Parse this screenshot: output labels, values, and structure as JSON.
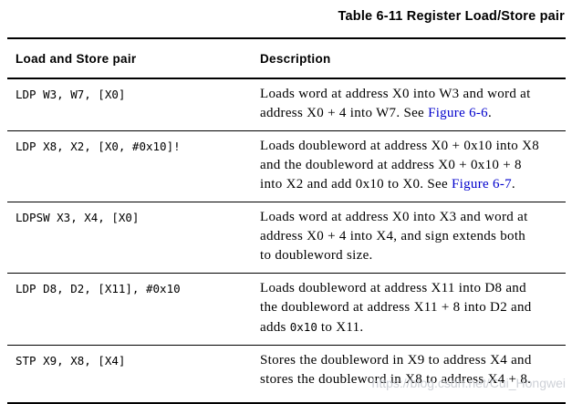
{
  "title": "Table 6-11 Register Load/Store pair",
  "table": {
    "columns": [
      "Load and Store pair",
      "Description"
    ],
    "rows": [
      {
        "code": "LDP W3, W7, [X0]",
        "desc_lines": [
          [
            {
              "t": "Loads word at address X0 into W3 and word at"
            }
          ],
          [
            {
              "t": "address X0 + 4 into W7. See "
            },
            {
              "t": "Figure 6-6",
              "s": "link"
            },
            {
              "t": "."
            }
          ]
        ]
      },
      {
        "code": "LDP X8, X2, [X0, #0x10]!",
        "desc_lines": [
          [
            {
              "t": "Loads doubleword at address X0 + 0x10 into X8"
            }
          ],
          [
            {
              "t": "and the doubleword at address X0 + 0x10 + 8"
            }
          ],
          [
            {
              "t": "into X2 and add 0x10 to X0. See "
            },
            {
              "t": "Figure 6-7",
              "s": "link"
            },
            {
              "t": "."
            }
          ]
        ]
      },
      {
        "code": "LDPSW X3, X4, [X0]",
        "desc_lines": [
          [
            {
              "t": "Loads word at address X0 into X3 and word at"
            }
          ],
          [
            {
              "t": "address X0 + 4 into X4, and sign extends both"
            }
          ],
          [
            {
              "t": "to doubleword size."
            }
          ]
        ]
      },
      {
        "code": "LDP D8, D2, [X11], #0x10",
        "desc_lines": [
          [
            {
              "t": "Loads doubleword at address X11 into D8 and"
            }
          ],
          [
            {
              "t": "the doubleword at address X11 + 8 into D2 and"
            }
          ],
          [
            {
              "t": "adds "
            },
            {
              "t": "0x10",
              "s": "mono"
            },
            {
              "t": " to X11."
            }
          ]
        ]
      },
      {
        "code": "STP X9, X8, [X4]",
        "desc_lines": [
          [
            {
              "t": "Stores the doubleword in X9 to address X4 and"
            }
          ],
          [
            {
              "t": "stores the doubleword in X8 to address X4 + 8."
            }
          ]
        ]
      }
    ]
  },
  "watermark": "https://blog.csdn.net/Cui_Hongwei",
  "colors": {
    "text": "#000000",
    "link": "#0000CC",
    "watermark": "#C6CAD1",
    "background": "#FFFFFF"
  }
}
